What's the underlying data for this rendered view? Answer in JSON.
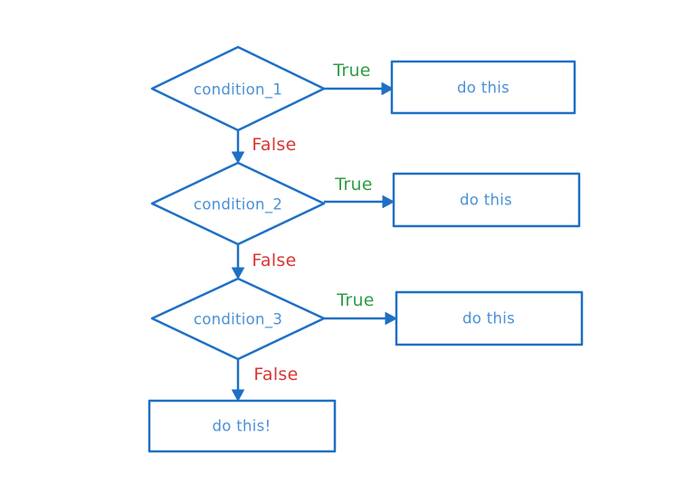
{
  "colors": {
    "background": "#ffffff",
    "outline_blue": "#1e70c4",
    "text_blue": "#4a90d6",
    "true_green": "#2f9e44",
    "false_red": "#d93434"
  },
  "flowchart": {
    "decisions": [
      {
        "label": "condition_1",
        "true_branch": "True",
        "false_branch": "False",
        "true_action": "do this"
      },
      {
        "label": "condition_2",
        "true_branch": "True",
        "false_branch": "False",
        "true_action": "do this"
      },
      {
        "label": "condition_3",
        "true_branch": "True",
        "false_branch": "False",
        "true_action": "do this"
      }
    ],
    "fallback_action": "do this!"
  }
}
